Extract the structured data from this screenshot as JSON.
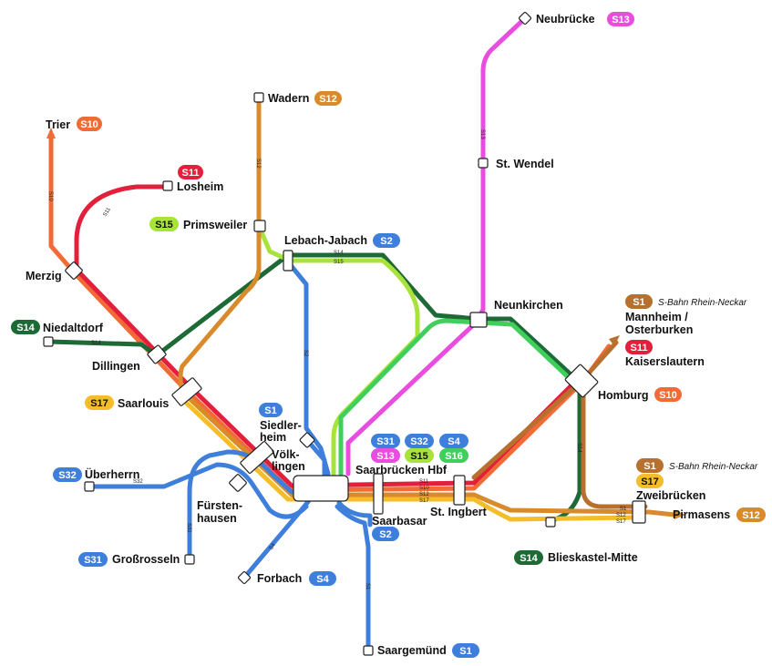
{
  "lines": {
    "S1": {
      "label": "S1",
      "color": "#3f7fdc"
    },
    "S2": {
      "label": "S2",
      "color": "#3f7fdc"
    },
    "S4": {
      "label": "S4",
      "color": "#3f7fdc"
    },
    "S10": {
      "label": "S10",
      "color": "#f26a35"
    },
    "S11": {
      "label": "S11",
      "color": "#e3203c"
    },
    "S12": {
      "label": "S12",
      "color": "#d98a2b"
    },
    "S13": {
      "label": "S13",
      "color": "#e94de0"
    },
    "S14": {
      "label": "S14",
      "color": "#1e6a36"
    },
    "S15": {
      "label": "S15",
      "color": "#a8e33c"
    },
    "S16": {
      "label": "S16",
      "color": "#3fcf5a"
    },
    "S17": {
      "label": "S17",
      "color": "#f5bd2a"
    },
    "S31": {
      "label": "S31",
      "color": "#3f7fdc"
    },
    "S32": {
      "label": "S32",
      "color": "#3f7fdc"
    },
    "S1RN": {
      "label": "S1",
      "color": "#b8702e"
    }
  },
  "stations": {
    "trier": "Trier",
    "losheim": "Losheim",
    "wadern": "Wadern",
    "primsweiler": "Primsweiler",
    "neubruecke": "Neubrücke",
    "st_wendel": "St. Wendel",
    "lebach": "Lebach-Jabach",
    "merzig": "Merzig",
    "niedaltdorf": "Niedaltdorf",
    "dillingen": "Dillingen",
    "saarlouis": "Saarlouis",
    "neunkirchen": "Neunkirchen",
    "mannheim_1": "Mannheim /",
    "mannheim_2": "Osterburken",
    "kaiserslautern": "Kaiserslautern",
    "homburg": "Homburg",
    "siedlerheim_1": "Siedler-",
    "siedlerheim_2": "heim",
    "voelklingen_1": "Völk-",
    "voelklingen_2": "lingen",
    "saarbruecken": "Saarbrücken Hbf",
    "ueberherrn": "Überherrn",
    "fuerstenhausen_1": "Fürsten-",
    "fuerstenhausen_2": "hausen",
    "st_ingbert": "St. Ingbert",
    "saarbasar": "Saarbasar",
    "zweibruecken": "Zweibrücken",
    "pirmasens": "Pirmasens",
    "blieskastel": "Blieskastel-Mitte",
    "grossrosseln": "Großrosseln",
    "forbach": "Forbach",
    "saargemuend": "Saargemünd"
  },
  "notes": {
    "rhein_neckar": "S-Bahn Rhein-Neckar"
  }
}
